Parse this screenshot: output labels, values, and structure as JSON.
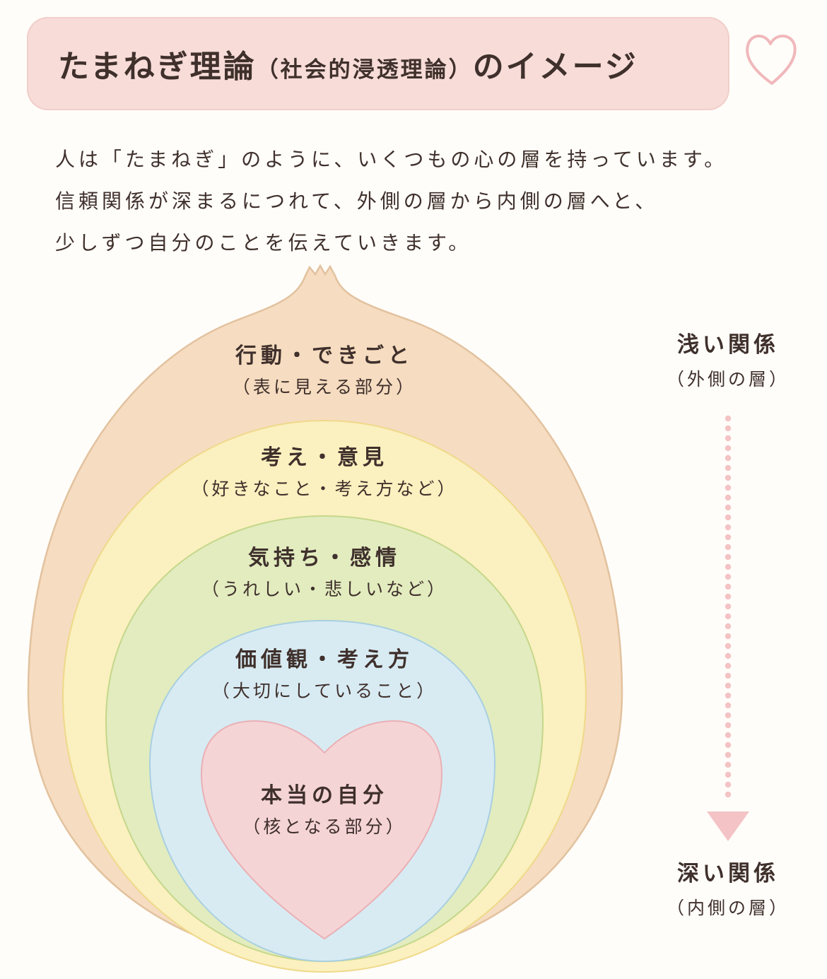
{
  "title": {
    "main": "たまねぎ理論",
    "sub": "（社会的浸透理論）",
    "tail": "のイメージ"
  },
  "intro": [
    "人は「たまねぎ」のように、いくつもの心の層を持っています。",
    "信頼関係が深まるにつれて、外側の層から内側の層へと、",
    "少しずつ自分のことを伝えていきます。"
  ],
  "layers": [
    {
      "title": "行動・できごと",
      "desc": "（表に見える部分）",
      "color": "#f6dcc0"
    },
    {
      "title": "考え・意見",
      "desc": "（好きなこと・考え方など）",
      "color": "#fbf0bf"
    },
    {
      "title": "気持ち・感情",
      "desc": "（うれしい・悲しいなど）",
      "color": "#e2ecbf"
    },
    {
      "title": "価値観・考え方",
      "desc": "（大切にしていること）",
      "color": "#d8ebf3"
    },
    {
      "title": "本当の自分",
      "desc": "（核となる部分）",
      "color": "#f5d4d6"
    }
  ],
  "scale": {
    "top_title": "浅い関係",
    "top_desc": "（外側の層）",
    "bottom_title": "深い関係",
    "bottom_desc": "（内側の層）",
    "arrow_color": "#f3c3c5"
  },
  "icons": {
    "decoration": "heart-outline-icon"
  }
}
